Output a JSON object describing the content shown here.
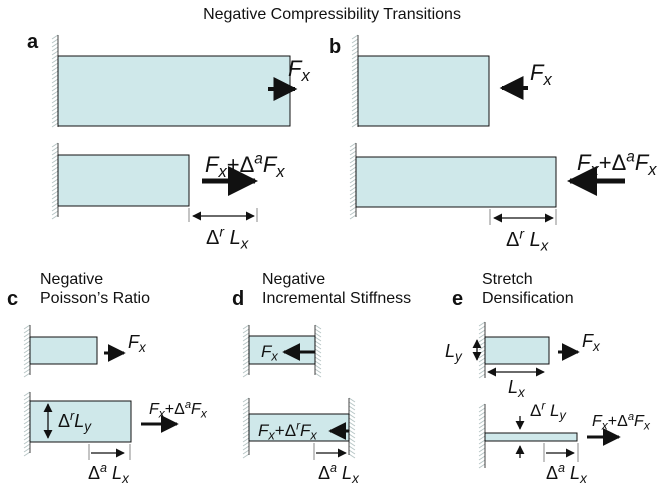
{
  "title": "Negative Compressibility Transitions",
  "panels": {
    "a": {
      "label": "a"
    },
    "b": {
      "label": "b"
    },
    "c": {
      "label": "c",
      "caption_line1": "Negative",
      "caption_line2": "Poisson’s Ratio"
    },
    "d": {
      "label": "d",
      "caption_line1": "Negative",
      "caption_line2": "Incremental Stiffness"
    },
    "e": {
      "label": "e",
      "caption_line1": "Stretch",
      "caption_line2": "Densification"
    }
  },
  "symbols": {
    "F": "F",
    "x": "x",
    "y": "y",
    "L": "L",
    "Delta": "Δ",
    "a": "a",
    "r": "r",
    "plus": "+"
  },
  "colors": {
    "block_fill": "#cfe8ea",
    "outline": "#111111",
    "wall_hatch": "#b8c6c6"
  }
}
